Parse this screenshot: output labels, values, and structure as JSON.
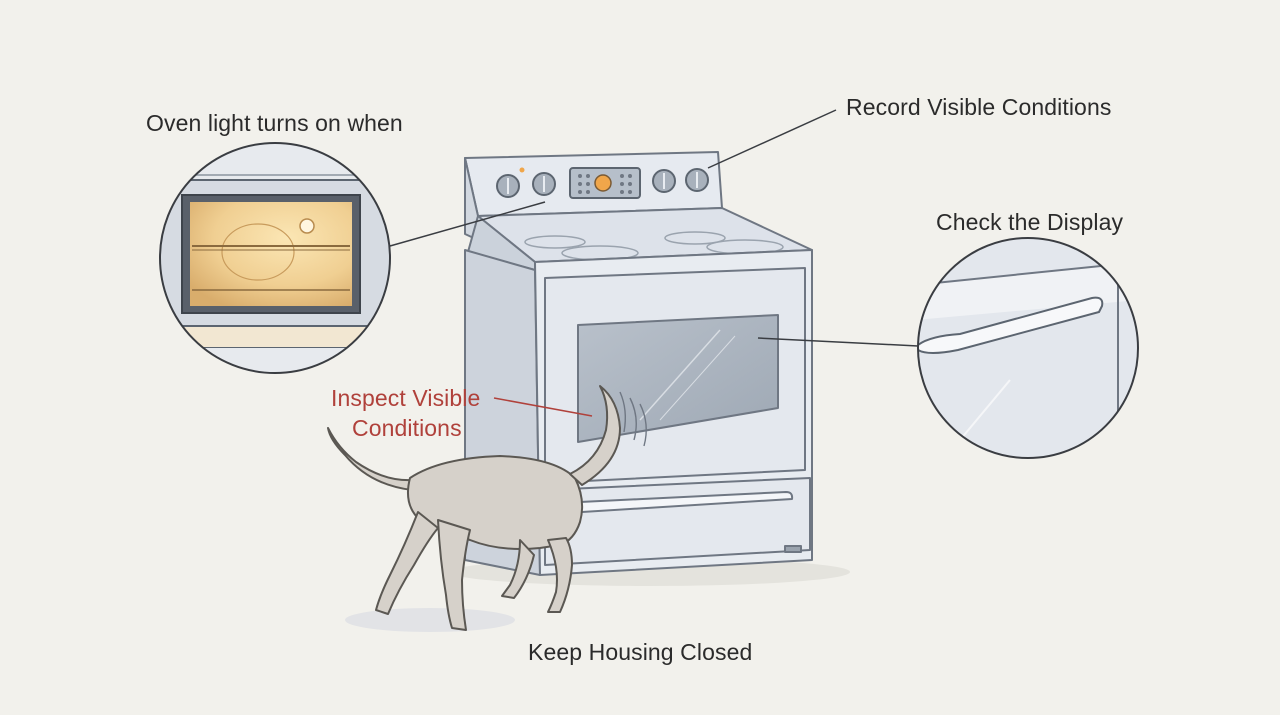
{
  "labels": {
    "oven_light": "Oven light turns on when",
    "record_conditions": "Record Visible Conditions",
    "check_display": "Check the Display",
    "inspect_line1": "Inspect Visible",
    "inspect_line2": "Conditions",
    "keep_housing": "Keep Housing Closed"
  },
  "colors": {
    "background": "#f2f1ec",
    "outline": "#6f7783",
    "appliance_fill": "#e3e7ee",
    "window_glass": "#a9b2bd",
    "oven_glow": "#f1d39a",
    "dog_fill": "#d6d1ca",
    "accent_red": "#b0413b"
  }
}
